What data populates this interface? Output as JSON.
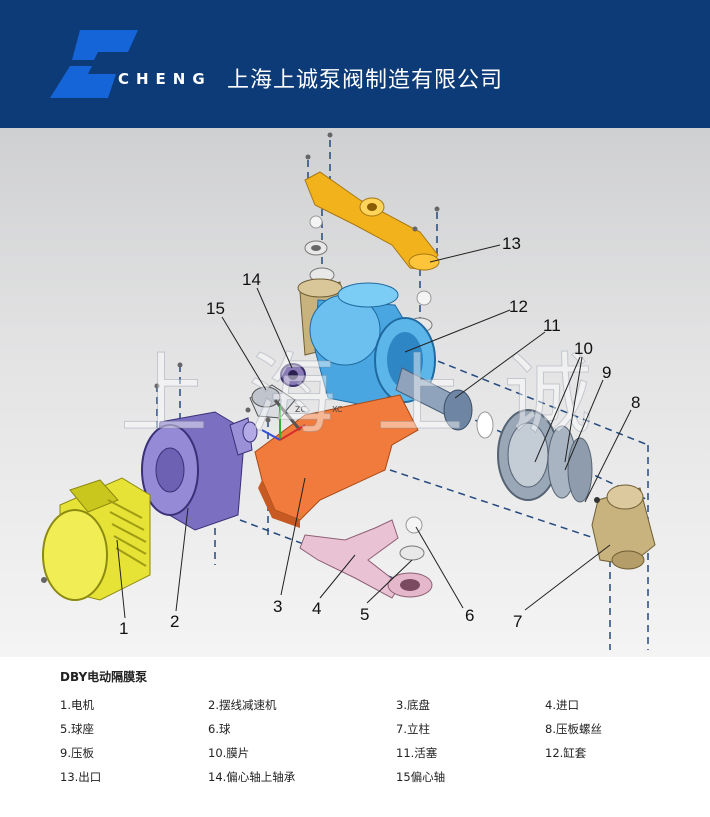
{
  "header": {
    "brand": "CHENG",
    "company": "上海上诚泵阀制造有限公司",
    "bg_color": "#0d3b78",
    "logo_color": "#1565d8"
  },
  "watermark": "上海上诚",
  "axis_labels": {
    "z": "ZC",
    "x": "XC"
  },
  "callouts": [
    "1",
    "2",
    "3",
    "4",
    "5",
    "6",
    "7",
    "8",
    "9",
    "10",
    "11",
    "12",
    "13",
    "14",
    "15"
  ],
  "legend": {
    "title": "DBY电动隔膜泵",
    "items": [
      "1.电机",
      "2.摆线减速机",
      "3.底盘",
      "4.进口",
      "5.球座",
      "6.球",
      "7.立柱",
      "8.压板螺丝",
      "9.压板",
      "10.膜片",
      "11.活塞",
      "12.缸套",
      "13.出口",
      "14.偏心轴上轴承",
      "15偏心轴"
    ]
  },
  "colors": {
    "motor": "#e6e236",
    "reducer": "#7a6fc0",
    "base": "#f07b3c",
    "inlet": "#e9c3d4",
    "outlet": "#f2b21c",
    "cylinder": "#4aa6e0",
    "pillar": "#c8b27e",
    "diaphragm": "#8e9cad",
    "piston": "#6e86a3"
  }
}
